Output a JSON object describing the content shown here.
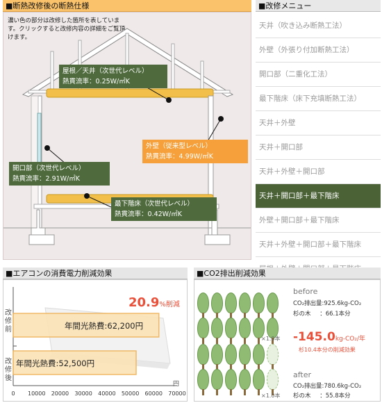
{
  "house_panel": {
    "title": "■断熱改修後の断熱仕様",
    "intro": "濃い色の部分は改修した箇所を表しています。クリックすると改修内容の詳細をご覧頂けます。",
    "callouts": {
      "roof_l1": "屋根／天井（次世代レベル）",
      "roof_l2": "熱貫流率：0.25W/㎡K",
      "wall_l1": "外壁（従来型レベル）",
      "wall_l2": "熱貫流率：4.99W/㎡K",
      "opening_l1": "開口部（次世代レベル）",
      "opening_l2": "熱貫流率：2.91W/㎡K",
      "floor_l1": "最下階床（次世代レベル）",
      "floor_l2": "熱貫流率：0.42W/㎡K"
    }
  },
  "menu": {
    "title": "■改修メニュー",
    "items": [
      "天井（吹き込み断熱工法）",
      "外壁（外張り付加断熱工法）",
      "開口部（二重化工法）",
      "最下階床（床下充填断熱工法）",
      "天井＋外壁",
      "天井＋開口部",
      "天井＋外壁＋開口部",
      "天井＋開口部＋最下階床",
      "外壁＋開口部＋最下階床",
      "天井＋外壁＋開口部＋最下階床",
      "屋根＋外壁＋開口部＋最下階床"
    ],
    "active_index": 7
  },
  "ac_panel": {
    "title": "■エアコンの消費電力削減効果",
    "reduction_value": "20.9",
    "reduction_unit": "%削減",
    "before_label": "改修前",
    "after_label": "改修後",
    "unit": "円"
  },
  "chart_data": {
    "type": "bar",
    "categories": [
      "改修前",
      "改修後"
    ],
    "values": [
      62200,
      52500
    ],
    "bar_labels": [
      "年間光熱費:62,200円",
      "年間光熱費:52,500円"
    ],
    "xlim": [
      0,
      70000
    ],
    "xticks": [
      "0",
      "10000",
      "20000",
      "30000",
      "40000",
      "50000",
      "60000",
      "70000"
    ],
    "orientation": "horizontal",
    "colors": {
      "bar": "#fbe3b8",
      "bar_border": "#f0b45a"
    }
  },
  "co2_panel": {
    "title": "■CO2排出削減効果",
    "before_label": "before",
    "before_emission": "CO₂排出量:925.6kg-CO₂",
    "before_trees_label": "杉の木",
    "before_trees_value": "：66.1本分",
    "tree_multiplier_1": "×1.0本",
    "delta_value": "-145.0",
    "delta_unit": "kg-CO₂/年",
    "delta_sub": "杉10.4本分の削減効果",
    "after_label": "after",
    "after_emission": "CO₂排出量:780.6kg-CO₂",
    "after_trees_label": "杉の木",
    "after_trees_value": "：55.8本分",
    "tree_multiplier_2": "×1.0本"
  }
}
